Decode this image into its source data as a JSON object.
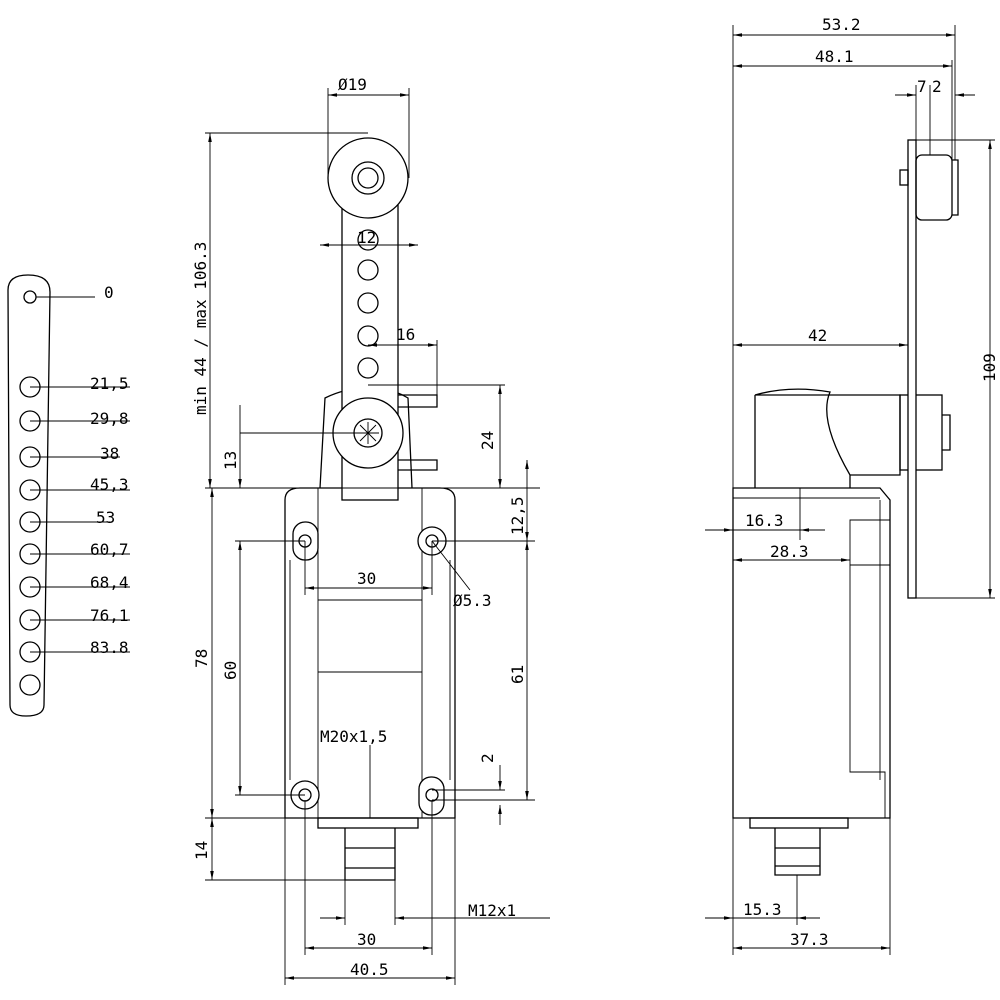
{
  "lever_positions": {
    "labels": [
      "0",
      "21,5",
      "29,8",
      "38",
      "45,3",
      "53",
      "60,7",
      "68,4",
      "76,1",
      "83.8"
    ]
  },
  "front_view": {
    "roller_diameter": "Ø19",
    "lever_width": "12",
    "lever_offset": "16",
    "lever_length": "min  44  /  max 106.3",
    "pivot_height": "24",
    "pivot_offset": "13",
    "top_margin": "12,5",
    "hole_spacing_top": "30",
    "hole_diameter": "Ø5.3",
    "hole_vertical_left": "60",
    "body_height": "78",
    "hole_vertical_right": "61",
    "conduit_thread": "M20x1,5",
    "bottom_offset": "2",
    "connector_height": "14",
    "connector_thread": "M12x1",
    "hole_spacing_bottom": "30",
    "body_width": "40.5"
  },
  "side_view": {
    "overall_width": "53.2",
    "roller_distance": "48.1",
    "roller_width_a": "7",
    "roller_width_b": "2",
    "lever_distance": "42",
    "lever_height": "109",
    "dim_16_3": "16.3",
    "dim_28_3": "28.3",
    "dim_15_3": "15.3",
    "body_depth": "37.3"
  }
}
